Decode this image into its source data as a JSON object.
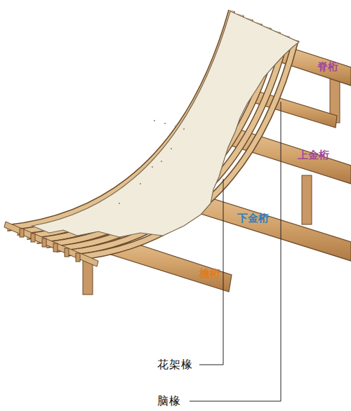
{
  "diagram": {
    "labels": [
      "脊桁",
      "上金桁",
      "下金桁",
      "檐桁",
      "花架椽",
      "脑椽"
    ]
  }
}
